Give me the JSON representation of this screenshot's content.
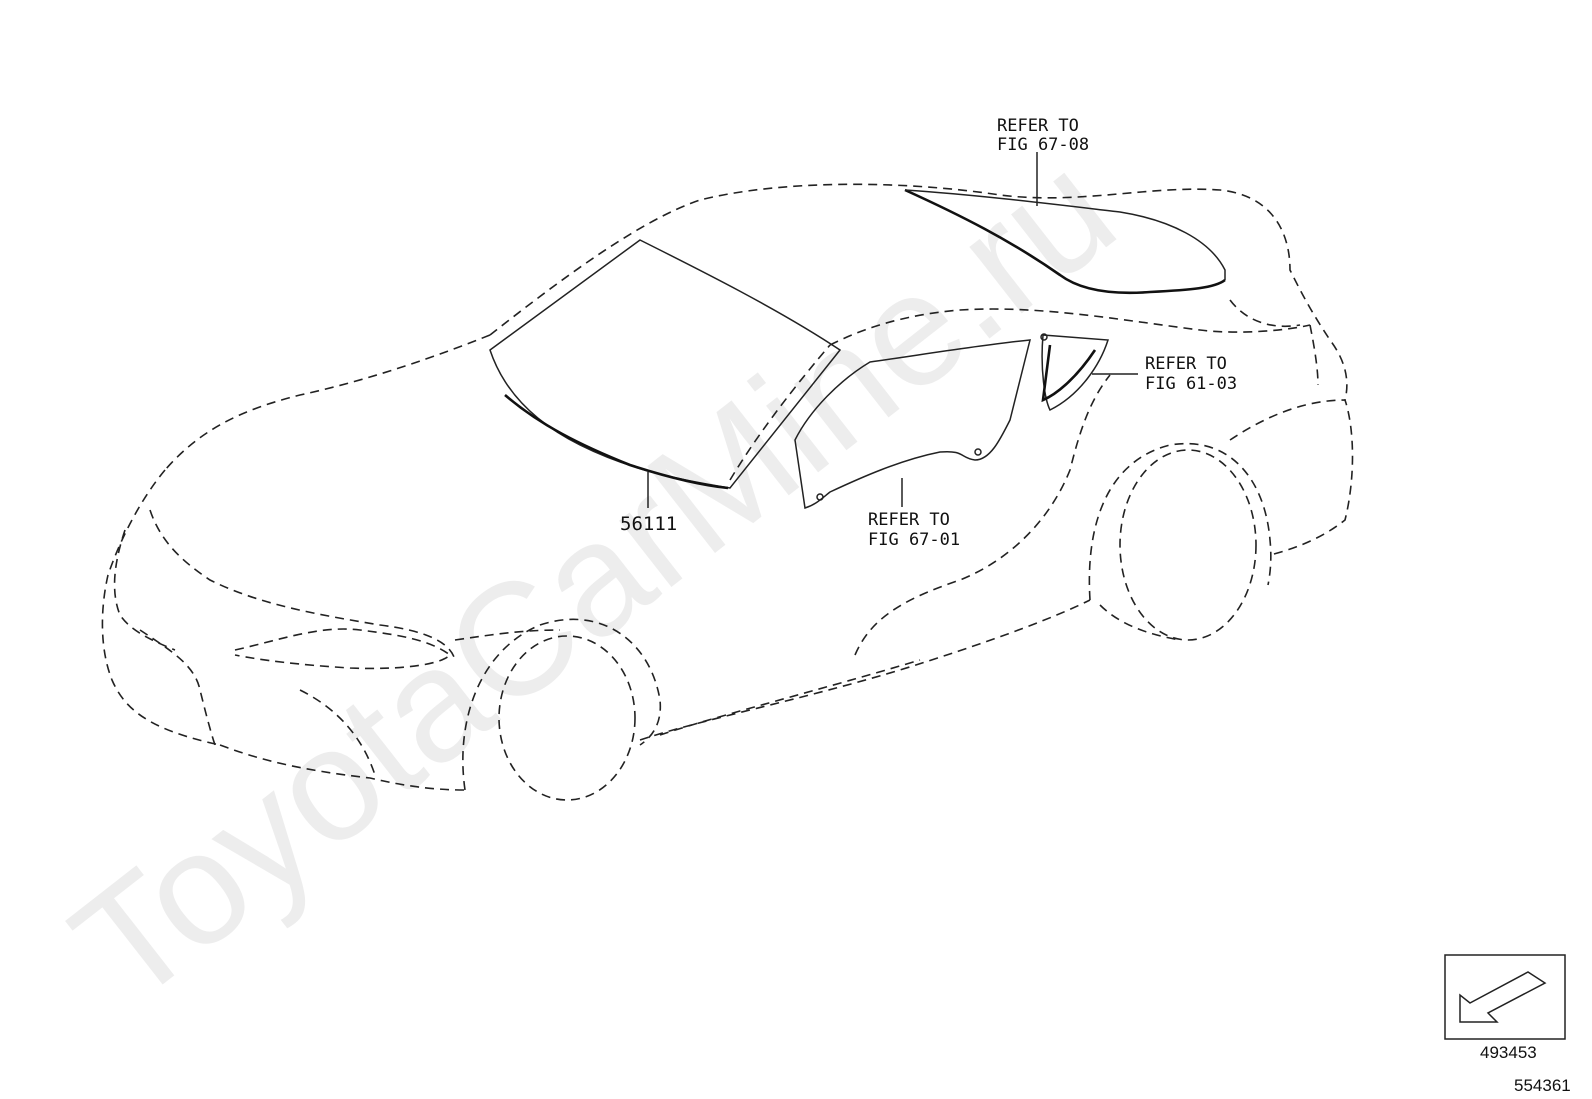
{
  "watermark": "ToyotaCarMine.ru",
  "callouts": {
    "rear_glass": {
      "line1": "REFER TO",
      "line2": "FIG 67-08"
    },
    "quarter_glass": {
      "line1": "REFER TO",
      "line2": "FIG 61-03"
    },
    "door_glass": {
      "line1": "REFER TO",
      "line2": "FIG 67-01"
    },
    "windshield_part": "56111"
  },
  "view_indicator": {
    "code": "493453",
    "icon": "view-direction-arrow-icon"
  },
  "figure_code": "554361"
}
